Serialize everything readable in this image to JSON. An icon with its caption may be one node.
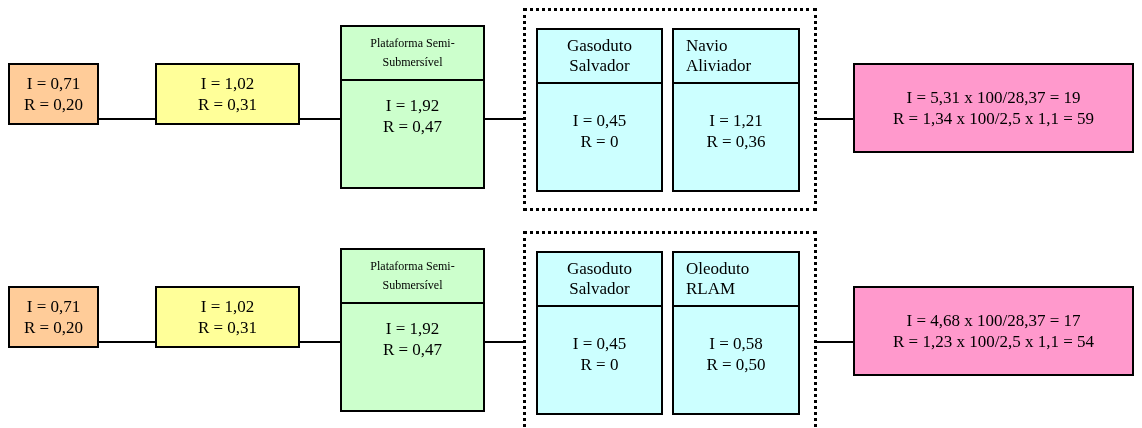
{
  "diagram": {
    "nodes": [
      {
        "text": [
          "I = 0,71",
          "R = 0,20"
        ]
      },
      {
        "text": [
          "I = 1,02",
          "R = 0,31"
        ]
      },
      {
        "text": [
          "Plataforma Semi-Submersível",
          "I = 1,92",
          "R = 0,47"
        ]
      },
      {
        "text": [],
        "shape": "box"
      },
      {
        "text": [
          "Gasoduto Salvador",
          "I = 0,45",
          "R = 0"
        ],
        "in": 3
      },
      {
        "text": [
          "Navio Aliviador",
          "I = 1,21",
          "R = 0,36"
        ],
        "in": 3
      },
      {
        "text": [
          "I = 5,31 x 100/28,37 = 19",
          "R = 1,34 x 100/2,5 x 1,1 = 59"
        ]
      },
      {
        "text": [
          "I = 0,71",
          "R = 0,20"
        ]
      },
      {
        "text": [
          "I = 1,02",
          "R = 0,31"
        ]
      },
      {
        "text": [
          "Plataforma Semi-Submersível",
          "I = 1,92",
          "R = 0,47"
        ]
      },
      {
        "text": [],
        "shape": "box"
      },
      {
        "text": [
          "Gasoduto Salvador",
          "I = 0,45",
          "R = 0"
        ],
        "in": 10
      },
      {
        "text": [
          "Oleoduto RLAM",
          "I = 0,58",
          "R = 0,50"
        ],
        "in": 10
      },
      {
        "text": [
          "I = 4,68 x 100/28,37 = 17",
          "R = 1,23 x 100/2,5 x 1,1 = 54"
        ]
      }
    ],
    "edges": [
      {
        "from": 0,
        "to": 1,
        "arrow": "none"
      },
      {
        "from": 1,
        "to": 2,
        "arrow": "none"
      },
      {
        "from": 2,
        "to": 3,
        "arrow": "none"
      },
      {
        "from": 3,
        "to": 6,
        "arrow": "none"
      },
      {
        "from": 7,
        "to": 8,
        "arrow": "none"
      },
      {
        "from": 8,
        "to": 9,
        "arrow": "none"
      },
      {
        "from": 9,
        "to": 10,
        "arrow": "none"
      },
      {
        "from": 10,
        "to": 13,
        "arrow": "none"
      }
    ]
  }
}
